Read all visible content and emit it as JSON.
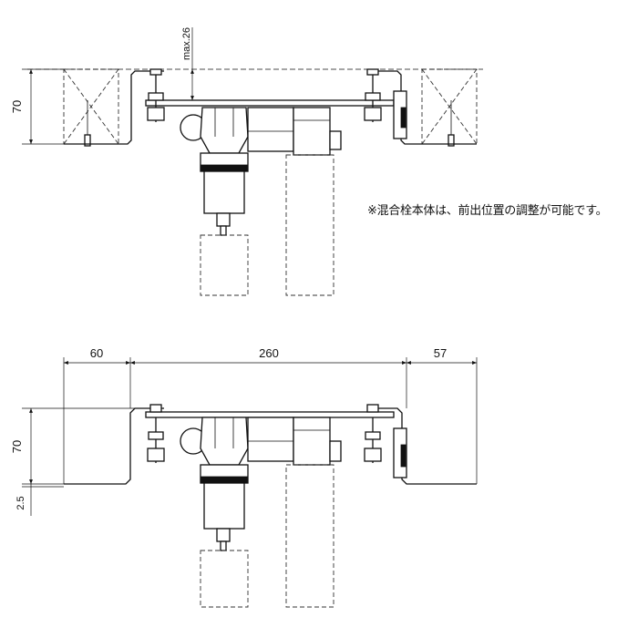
{
  "top_view": {
    "dim_height": "70",
    "dim_max": "max.26"
  },
  "bottom_view": {
    "dim_left": "60",
    "dim_center": "260",
    "dim_right": "57",
    "dim_height": "70",
    "dim_thickness": "2.5"
  },
  "note": "※混合栓本体は、前出位置の調整が可能です。"
}
